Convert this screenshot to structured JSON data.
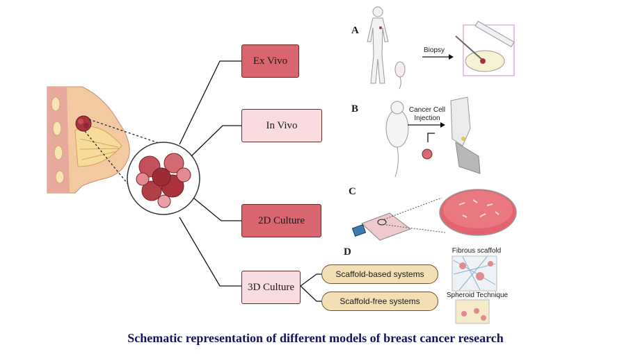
{
  "models": {
    "ex_vivo": "Ex Vivo",
    "in_vivo": "In Vivo",
    "culture_2d": "2D Culture",
    "culture_3d": "3D Culture"
  },
  "panel_letters": {
    "a": "A",
    "b": "B",
    "c": "C",
    "d": "D"
  },
  "annotations": {
    "biopsy": "Biopsy",
    "injection_line1": "Cancer Cell",
    "injection_line2": "Injection",
    "fibrous_scaffold": "Fibrous scaffold",
    "spheroid_technique": "Spheroid Technique"
  },
  "systems": {
    "scaffold_based": "Scaffold-based systems",
    "scaffold_free": "Scaffold-free systems"
  },
  "caption": "Schematic representation of different models of breast cancer research",
  "colors": {
    "dark_box": "#d9666e",
    "light_box": "#f9dcdf",
    "pill": "#f4dfb5",
    "caption": "#15135e",
    "tumor": "#a8333d"
  }
}
